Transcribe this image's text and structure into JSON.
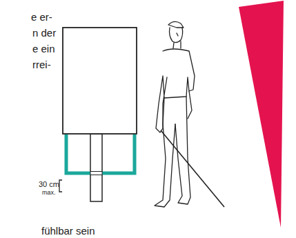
{
  "diagram": {
    "labels": [
      "e er-",
      "n der",
      "e ein",
      "rrei-",
      "fühlbar sein",
      "30 cm",
      "max."
    ]
  }
}
